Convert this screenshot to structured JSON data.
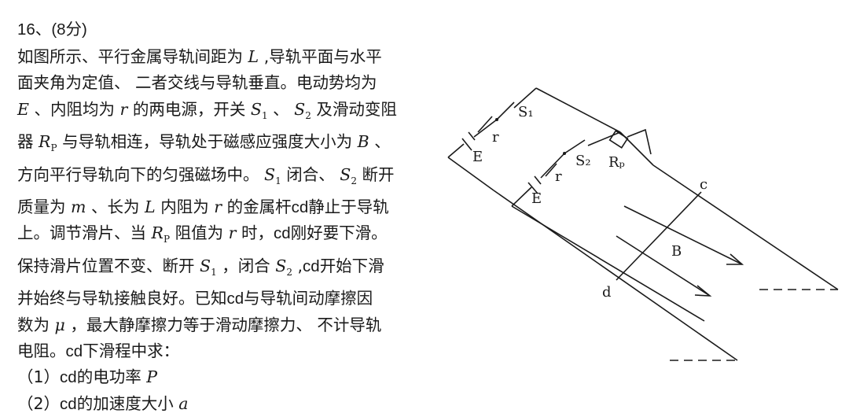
{
  "question": {
    "number": "16、",
    "points": "(8分)",
    "lines": [
      [
        "如图所示、平行金属导轨间距为",
        {
          "s": "L"
        },
        ",导轨平面与水平"
      ],
      [
        "面夹角为定值、 二者交线与导轨垂直。电动势均为"
      ],
      [
        {
          "s": "E"
        },
        "、内阻均为",
        {
          "s": "r"
        },
        "的两电源，开关",
        {
          "s": "S",
          "sub": "1"
        },
        "、",
        {
          "s": "S",
          "sub": "2"
        },
        "及滑动变阻"
      ],
      [
        "器",
        {
          "s": "R",
          "sub": "P"
        },
        "与导轨相连，导轨处于磁感应强度大小为",
        {
          "s": "B"
        },
        "、"
      ],
      [
        "方向平行导轨向下的匀强磁场中。",
        {
          "s": "S",
          "sub": "1"
        },
        "闭合、",
        {
          "s": "S",
          "sub": "2"
        },
        "断开"
      ],
      [
        "质量为",
        {
          "s": "m"
        },
        "、长为",
        {
          "s": "L"
        },
        "内阻为",
        {
          "s": "r"
        },
        "的金属杆",
        {
          "t": "cd"
        },
        "静止于导轨"
      ],
      [
        "上。调节滑片、当",
        {
          "s": "R",
          "sub": "P"
        },
        "阻值为",
        {
          "s": "r"
        },
        "时，",
        {
          "t": "cd"
        },
        "刚好要下滑。"
      ],
      [
        "保持滑片位置不变、断开",
        {
          "s": "S",
          "sub": "1"
        },
        "，闭合",
        {
          "s": "S",
          "sub": "2"
        },
        ",",
        {
          "t": "cd"
        },
        "开始下滑"
      ],
      [
        "并始终与导轨接触良好。已知",
        {
          "t": "cd"
        },
        "与导轨间动摩擦因"
      ],
      [
        "数为",
        {
          "s": "μ"
        },
        "，最大静摩擦力等于滑动摩擦力、 不计导轨"
      ],
      [
        "电阻。",
        {
          "t": "cd"
        },
        "下滑程中求："
      ]
    ],
    "sub_questions": [
      [
        "（1）",
        {
          "t": "cd"
        },
        "的电功率",
        {
          "s": "P"
        }
      ],
      [
        "（2）",
        {
          "t": "cd"
        },
        "的加速度大小",
        {
          "s": "a"
        }
      ]
    ]
  },
  "figure": {
    "labels": {
      "s1": "S₁",
      "s2": "S₂",
      "e_top": "E",
      "r_top": "r",
      "e_bottom": "E",
      "r_bottom": "r",
      "rp": "Rₚ",
      "c": "c",
      "d": "d",
      "b": "B"
    }
  }
}
